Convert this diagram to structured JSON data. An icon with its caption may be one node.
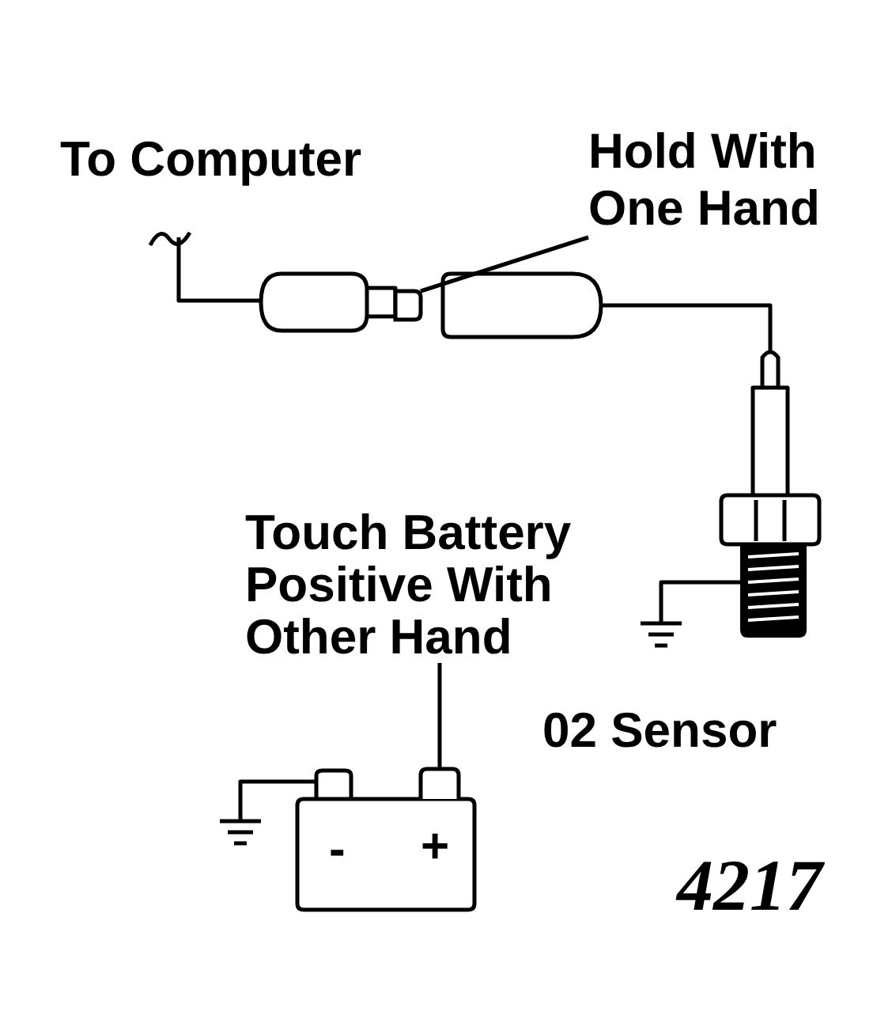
{
  "diagram": {
    "nodes": [
      {
        "text": [
          "Hold With One Hand"
        ]
      },
      {
        "text": [],
        "shape": "connector"
      },
      {
        "text": [
          "Touch Battery Positive With Other Hand"
        ]
      },
      {
        "text": [],
        "shape": "terminal"
      }
    ],
    "edges": [
      {
        "from": 0,
        "to": 1,
        "arrow": "none"
      },
      {
        "from": 2,
        "to": 3,
        "arrow": "none"
      }
    ],
    "labels": [
      "To Computer",
      "02 Sensor",
      "-",
      "+",
      "4217"
    ]
  }
}
